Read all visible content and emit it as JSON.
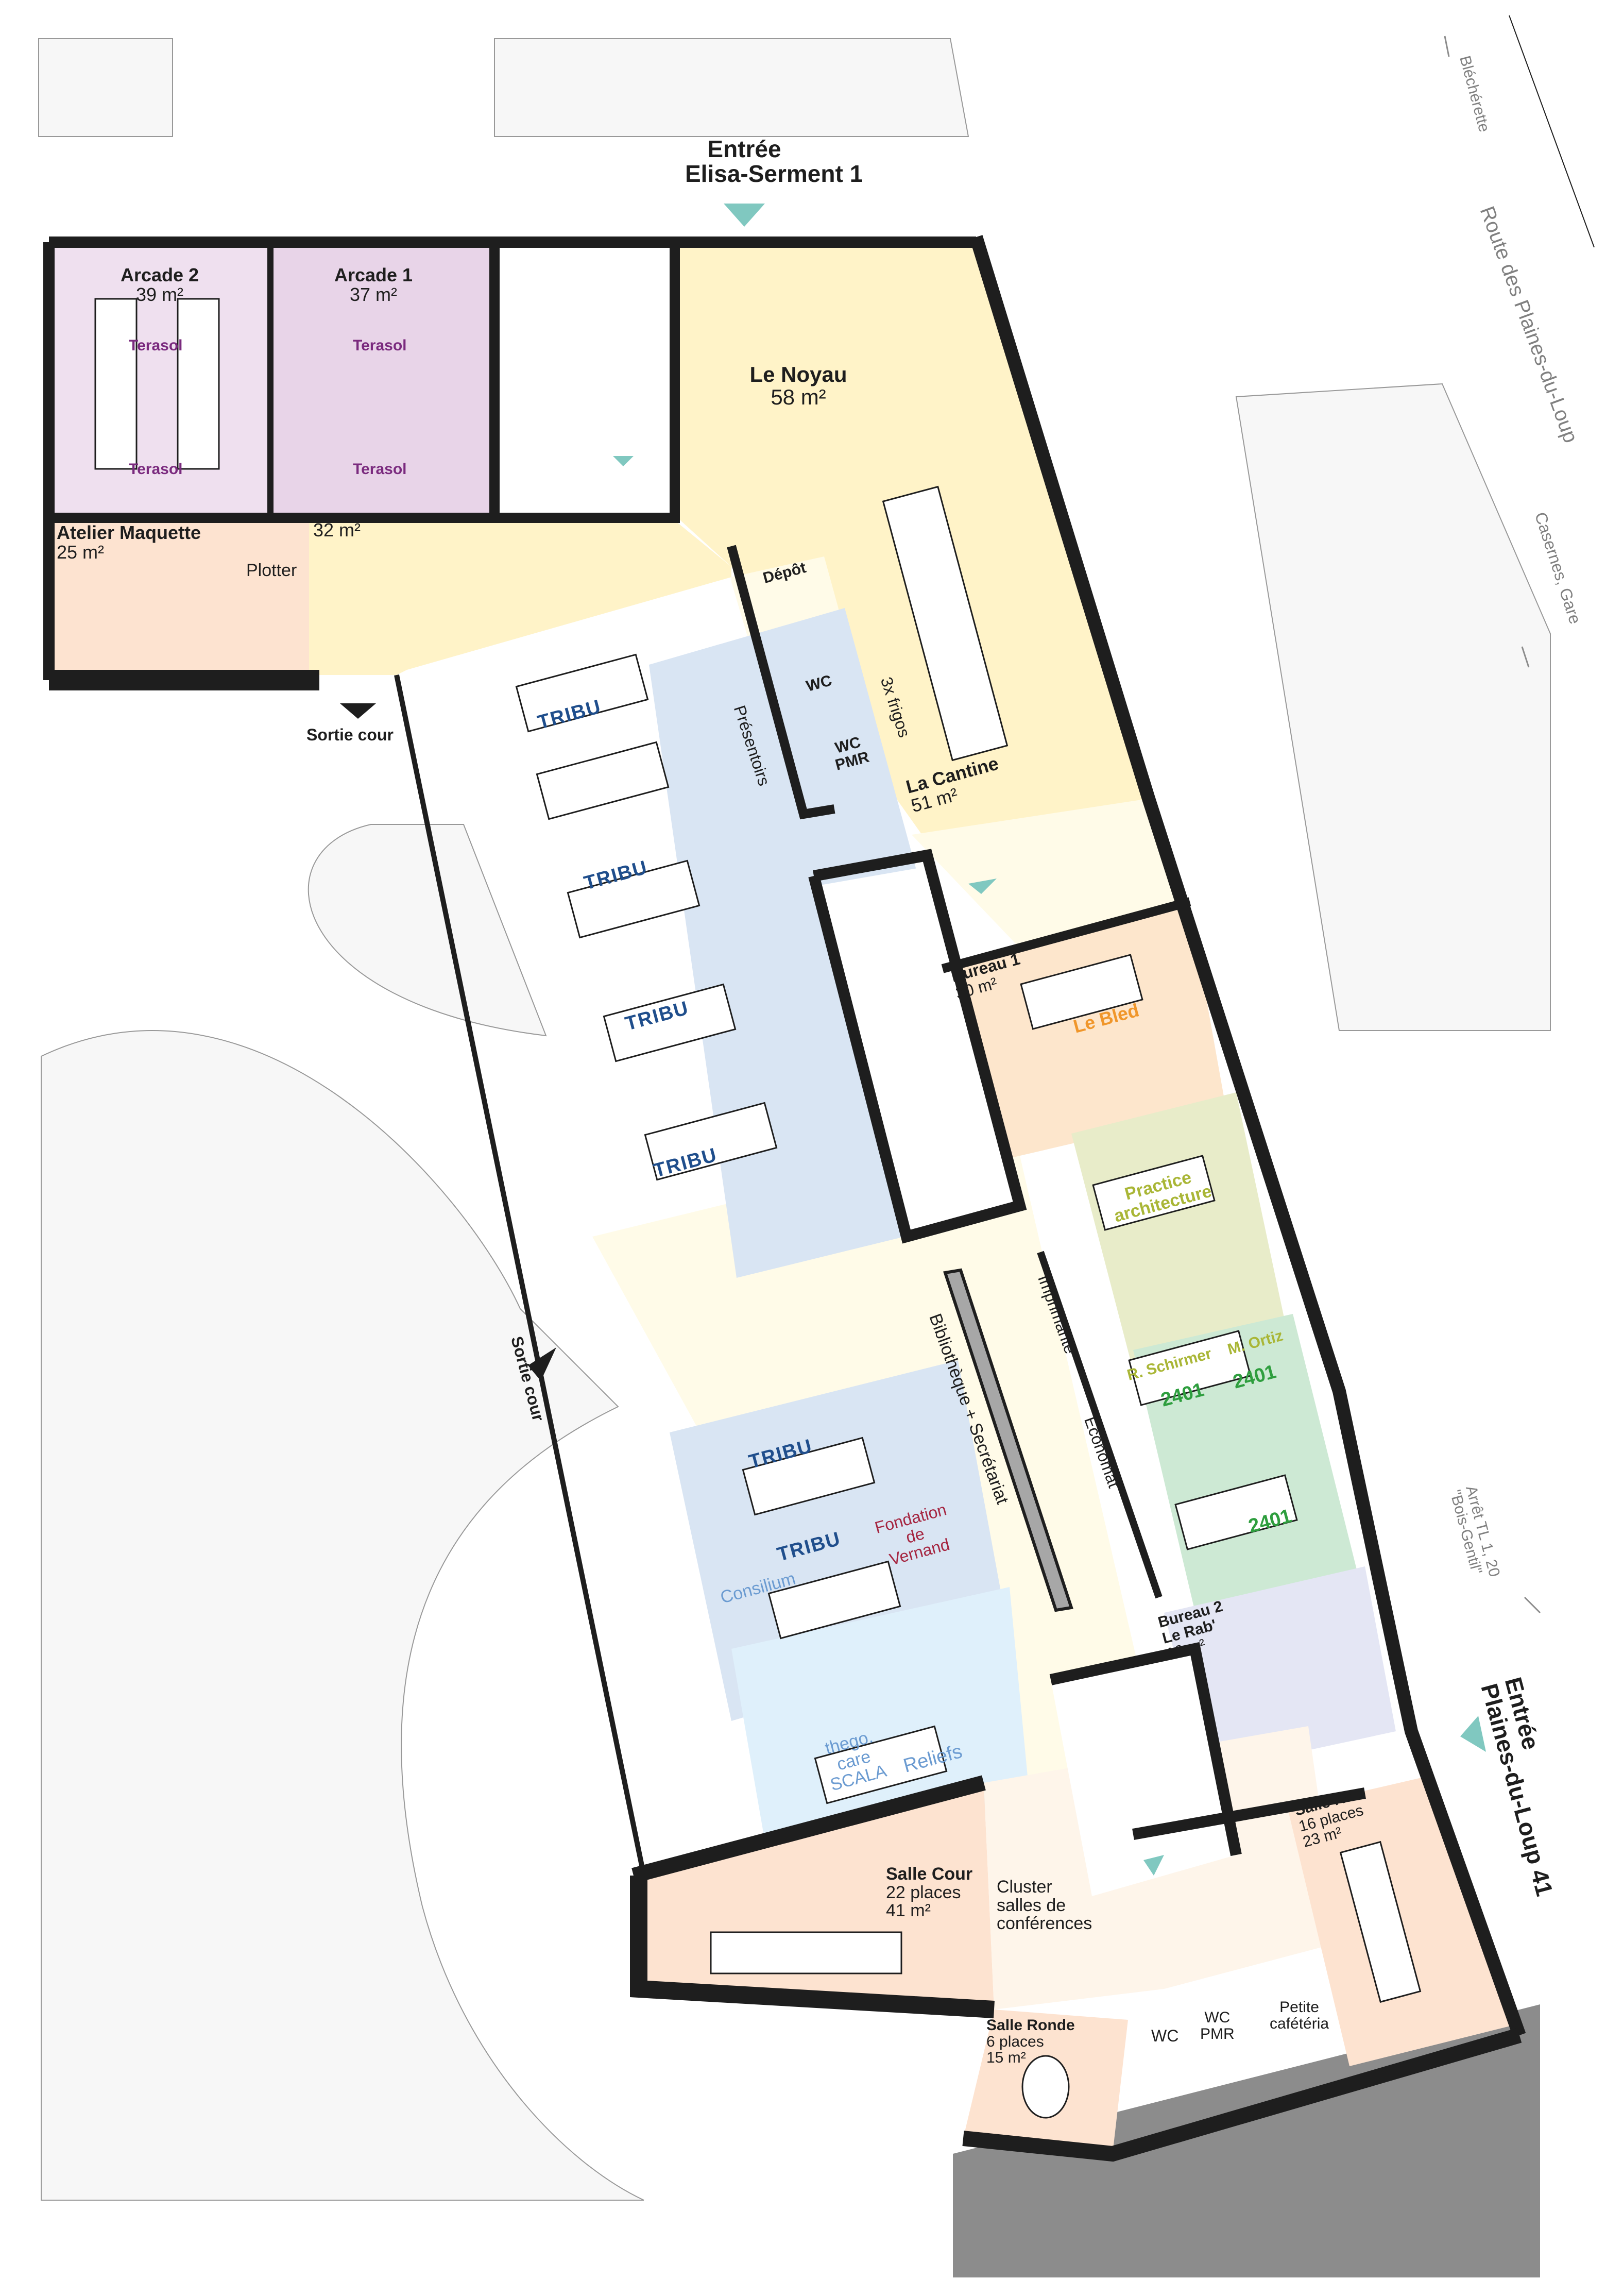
{
  "plan": {
    "colors": {
      "wall": "#1e1e1e",
      "partition": "#a7a7a7",
      "entry_marker": "#80c8c0",
      "exit_marker": "#1e1e1e",
      "arcade_2": "#efe0ef",
      "arcade_1": "#e8d4e8",
      "noyau_cantine": "#fff3c8",
      "circulation": "#fffbe8",
      "atelier": "#fde3d0",
      "bureau_1": "#fde6cc",
      "tribu_zone": "#d9e5f3",
      "coworking_light_blue": "#dff0fb",
      "practice_zone": "#e8ecc9",
      "zone_2401": "#cde9d4",
      "bureau_2": "#e4e6f4",
      "conference_rooms": "#fde3d0",
      "cluster": "#fef5ea",
      "courtyard": "#f7f7f7",
      "ground_grey": "#8c8c8c",
      "tribu_text": "#1f4e8c",
      "terasol_text": "#7a2a7e",
      "le_bled_text": "#f0962a",
      "practice_text": "#a9b636",
      "text_2401": "#2e9e3e",
      "consilium_text": "#6b9bd1",
      "fondation_text": "#a52540",
      "street_text": "#808080"
    },
    "entrances": [
      {
        "label_line1": "Entrée",
        "label_line2": "Elisa-Serment 1"
      },
      {
        "label_line1": "Entrée",
        "label_line2": "Plaines-du-Loup 41"
      }
    ],
    "exits": [
      {
        "label": "Sortie cour"
      },
      {
        "label": "Sortie cour"
      }
    ],
    "streets": {
      "route": "Route des Plaines-du-Loup",
      "direction_north": "Bléchérette",
      "direction_south": "Casernes, Gare",
      "bus_stop_line1": "Arrêt TL 1, 20",
      "bus_stop_line2": "\"Bois-Gentil\""
    },
    "rooms": {
      "arcade_2": {
        "name": "Arcade 2",
        "area": "39 m²",
        "tenants": [
          "Terasol",
          "Terasol"
        ]
      },
      "arcade_1": {
        "name": "Arcade 1",
        "area": "37 m²",
        "tenants": [
          "Terasol",
          "Terasol"
        ]
      },
      "atelier": {
        "name": "Atelier Maquette",
        "area": "25 m²",
        "equipment": "Plotter"
      },
      "hall": {
        "area": "32 m²"
      },
      "noyau": {
        "name": "Le Noyau",
        "area": "58 m²"
      },
      "depot": {
        "name": "Dépôt"
      },
      "wc_1": {
        "name": "WC"
      },
      "wc_pmr_1": {
        "line1": "WC",
        "line2": "PMR"
      },
      "frigos": {
        "label": "3x frigos"
      },
      "presentoirs": {
        "label": "Présentoirs"
      },
      "cantine": {
        "name": "La Cantine",
        "area": "51 m²"
      },
      "bureau_1": {
        "name": "Bureau 1",
        "area": "30 m²",
        "tenant": "Le Bled"
      },
      "tribu_desks": [
        "TRIBU",
        "TRIBU",
        "TRIBU",
        "TRIBU",
        "TRIBU",
        "TRIBU"
      ],
      "practice": {
        "line1": "Practice",
        "line2": "architecture"
      },
      "schirmer": {
        "person": "R. Schirmer",
        "code": "2401"
      },
      "ortiz": {
        "person": "M. Ortiz",
        "code": "2401"
      },
      "zone_2401": {
        "code": "2401"
      },
      "bibliotheque": {
        "label": "Bibliothèque + Secrétariat"
      },
      "imprimante": {
        "label": "Imprimante"
      },
      "economat": {
        "label": "Economat"
      },
      "fondation": {
        "line1": "Fondation",
        "line2": "de",
        "line3": "Vernand"
      },
      "consilium": {
        "label": "Consilium"
      },
      "thego": {
        "line1": "thego.",
        "line2": "care",
        "line3": "SCALA"
      },
      "reliefs": {
        "label": "Reliefs"
      },
      "bureau_2": {
        "name": "Bureau 2",
        "tenant": "Le Rab'",
        "area": "16 m²"
      },
      "salle_cour": {
        "name": "Salle Cour",
        "capacity": "22 places",
        "area": "41 m²"
      },
      "cluster": {
        "line1": "Cluster",
        "line2": "salles de",
        "line3": "conférences"
      },
      "salle_ronde": {
        "name": "Salle Ronde",
        "capacity": "6 places",
        "area": "15 m²"
      },
      "salle_rue": {
        "name": "Salle Rue",
        "capacity": "16 places",
        "area": "23 m²"
      },
      "wc_2": {
        "name": "WC"
      },
      "wc_pmr_2": {
        "line1": "WC",
        "line2": "PMR"
      },
      "cafeteria": {
        "line1": "Petite",
        "line2": "cafétéria"
      }
    }
  }
}
